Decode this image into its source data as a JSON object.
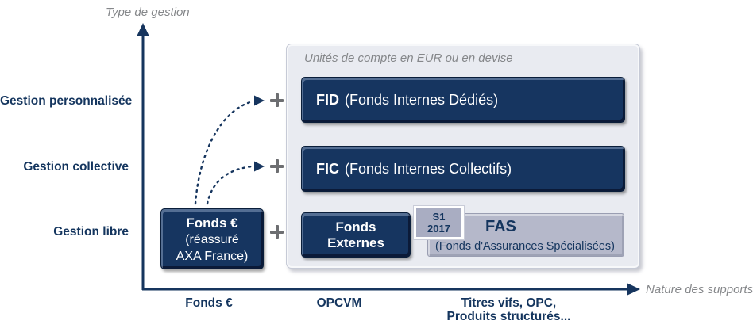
{
  "axes": {
    "y_label": "Type de gestion",
    "x_label": "Nature des supports"
  },
  "management_types": {
    "personnalisee": "Gestion personnalisée",
    "collective": "Gestion collective",
    "libre": "Gestion libre"
  },
  "fonds_eur_box": {
    "title": "Fonds €",
    "subtitle_line1": "(réassuré",
    "subtitle_line2": "AXA France)"
  },
  "uc_panel": {
    "title": "Unités de compte en EUR ou en devise",
    "fid": {
      "abbr": "FID",
      "name": "(Fonds Internes Dédiés)"
    },
    "fic": {
      "abbr": "FIC",
      "name": "(Fonds Internes Collectifs)"
    },
    "fonds_externes": {
      "line1": "Fonds",
      "line2": "Externes"
    },
    "s1_badge": {
      "line1": "S1",
      "line2": "2017"
    },
    "fas": {
      "abbr": "FAS",
      "name": "(Fonds d'Assurances Spécialisées)"
    }
  },
  "support_types": {
    "fonds_eur": "Fonds €",
    "opcvm": "OPCVM",
    "titres_line1": "Titres vifs, OPC,",
    "titres_line2": "Produits structurés..."
  },
  "colors": {
    "navy": "#16355e",
    "panel_bg": "#e9ebf1",
    "fas_bg": "#b5b8ca",
    "badge_bg": "#a9adc2",
    "gray_text": "#85878a",
    "plus_gray": "#6d6e71",
    "white": "#ffffff"
  }
}
